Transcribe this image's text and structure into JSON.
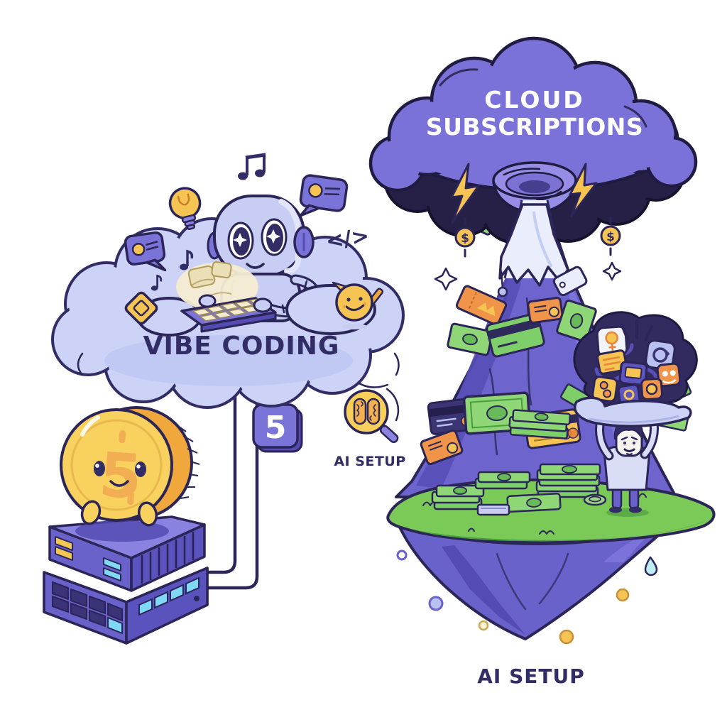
{
  "title": "Vibe Coding vs Cloud Subscriptions cartoon comparison",
  "labels": {
    "vibe_coding": "VIBE CODING",
    "cloud_line1": "CLOUD",
    "cloud_line2": "SUBSCRIPTIONS",
    "price_badge": "5",
    "coin_value": "5",
    "dollar_symbol": "$",
    "code_glyph": "</>",
    "ai_setup_search": "AI SETUP",
    "ai_setup_island": "AI SETUP"
  },
  "colors": {
    "background": "#ffffff",
    "outline": "#2b2558",
    "vibe_cloud_fill": "#ccd3f7",
    "vibe_cloud_shade": "#bdc6f3",
    "storm_cloud_purple": "#7a72d8",
    "storm_cloud_dark": "#262047",
    "storm_text": "#ffffff",
    "label_navy": "#332d66",
    "lightning_yellow": "#f6c453",
    "coin_gold": "#f9d15e",
    "coin_rim_orange": "#f0a83c",
    "mountain_purple": "#6d65cd",
    "mountain_shadow": "#574eb8",
    "snow_ice": "#e9edfc",
    "grass_green": "#7bca58",
    "money_green": "#8fd677",
    "card_orange": "#ef9449",
    "card_navy": "#3b3574",
    "server_purple": "#6a62cb",
    "server_top": "#8a82e0",
    "server_light_cyan": "#7fd9f4",
    "badge_purple": "#7b74d8",
    "robot_body": "#c7cdf3",
    "hologram_cream": "#f5ecd2"
  },
  "icons": [
    "robot",
    "keyboard",
    "music-note",
    "lightbulb",
    "chat-bubble",
    "code-tag",
    "imp-coin",
    "diamond",
    "brain-magnifier",
    "dollar-coin",
    "lightning-bolt",
    "sparkle",
    "price-tag",
    "credit-card",
    "money-bill",
    "server-stack",
    "coin-character",
    "subscription-pile",
    "floating-island",
    "droplet"
  ]
}
